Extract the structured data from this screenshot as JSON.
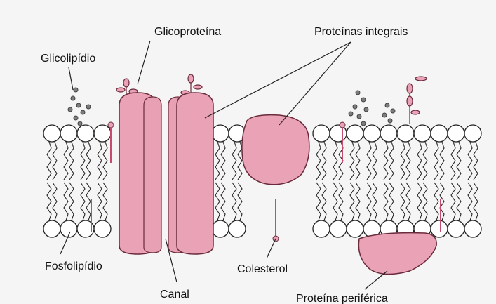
{
  "labels": {
    "glicoproteina": "Glicoproteína",
    "proteinas_integrais": "Proteínas integrais",
    "glicolipidio": "Glicolipídio",
    "fosfolipidio": "Fosfolipídio",
    "colesterol": "Colesterol",
    "canal": "Canal",
    "proteina_periferica": "Proteína periférica"
  },
  "colors": {
    "protein_fill": "#e9a2b6",
    "protein_stroke": "#6a2a3c",
    "line": "#222222",
    "glycolipid_chain": "#777777"
  }
}
